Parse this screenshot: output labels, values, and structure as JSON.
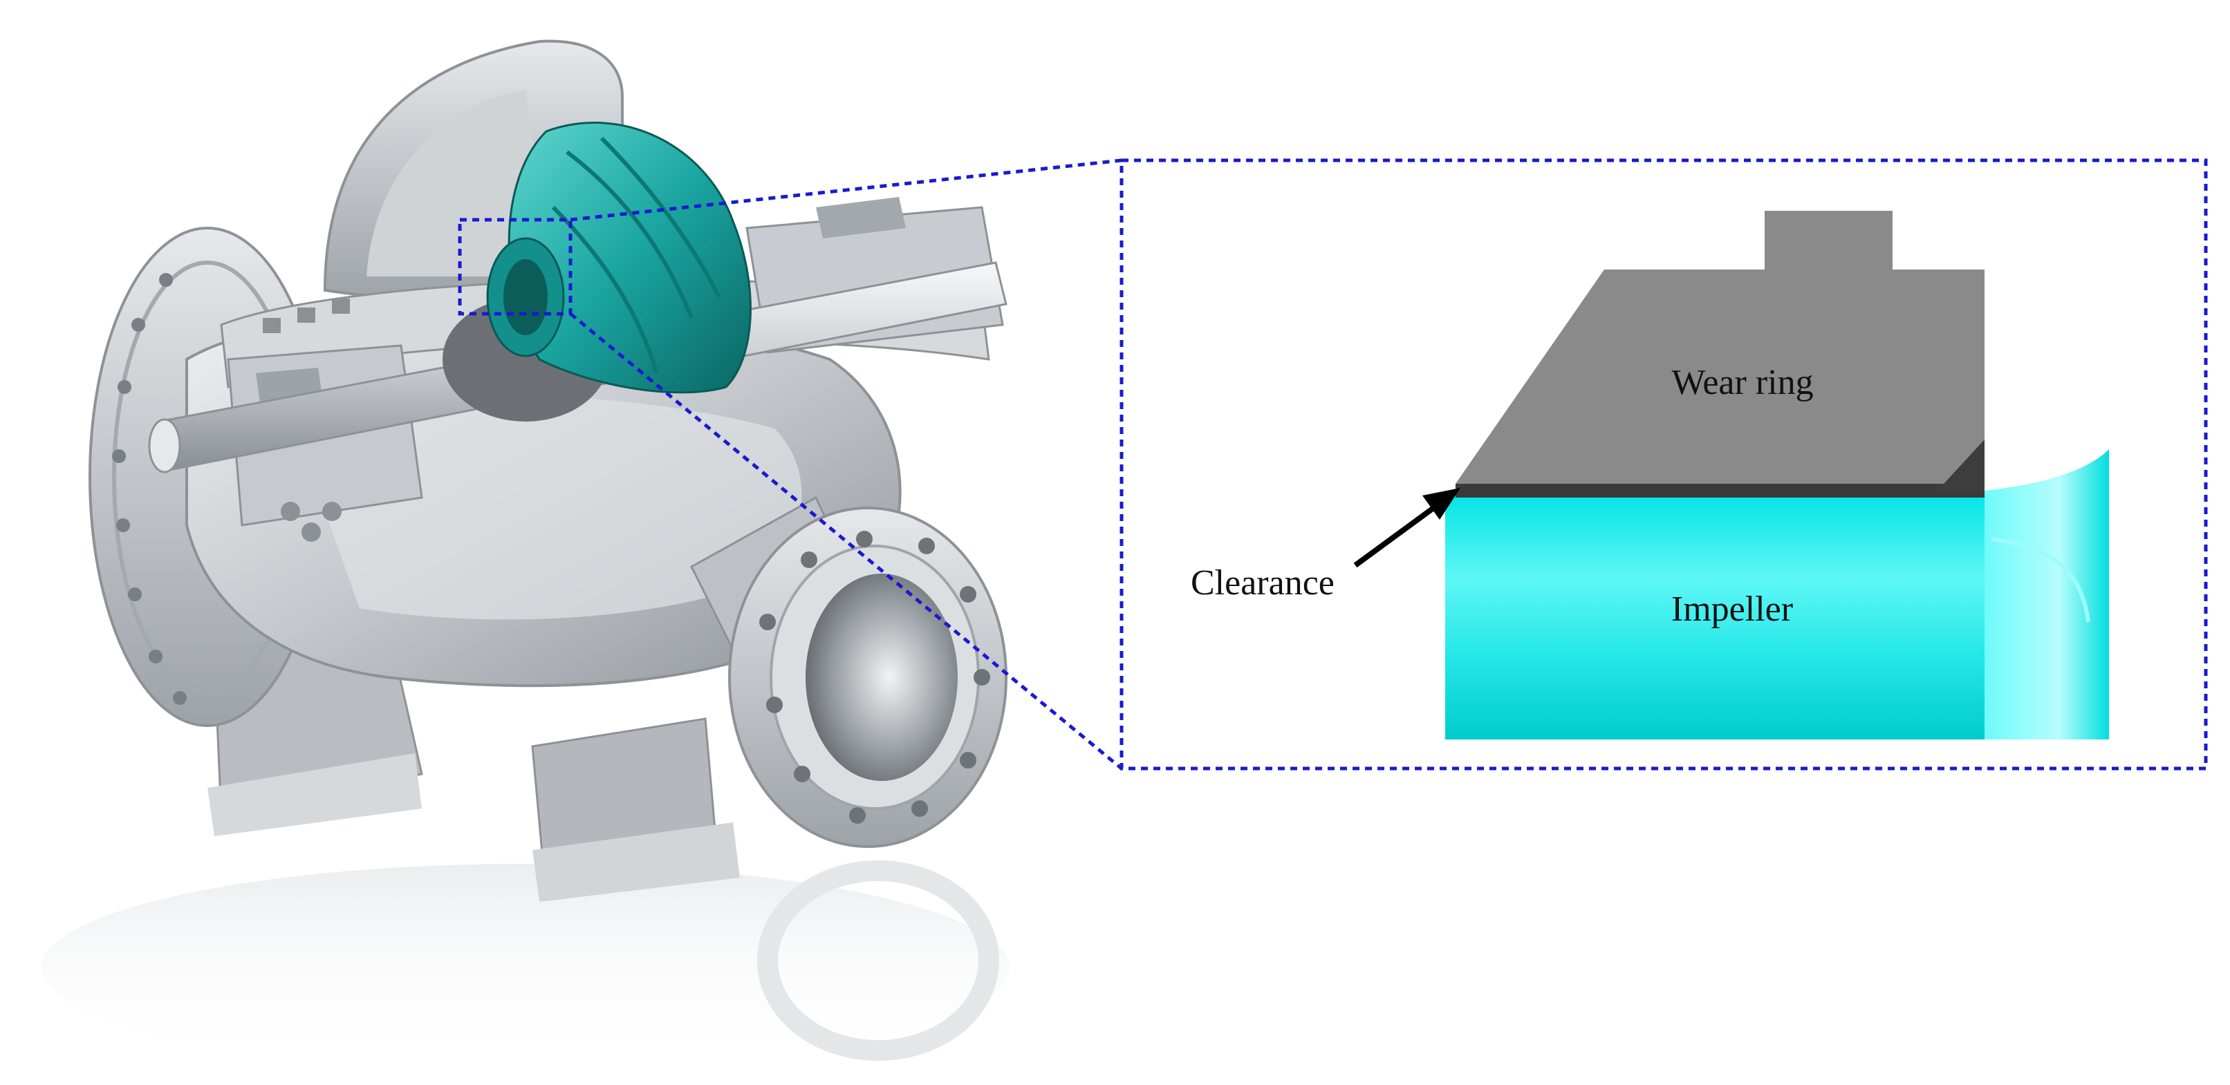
{
  "labels": {
    "wear_ring": "Wear ring",
    "impeller": "Impeller",
    "clearance": "Clearance"
  },
  "colors": {
    "wear_ring": "#8a8a8a",
    "wear_ring_dark": "#3d3d3d",
    "impeller": "#00e0e0",
    "impeller_light": "#7ffafa",
    "pump_teal": "#1aa5a0",
    "casing": "#c9cdd1",
    "callout": "#1a1ad0",
    "arrow": "#000000"
  },
  "icons": {
    "pump": "centrifugal-pump-cutaway-icon",
    "arrow": "arrow-icon"
  }
}
